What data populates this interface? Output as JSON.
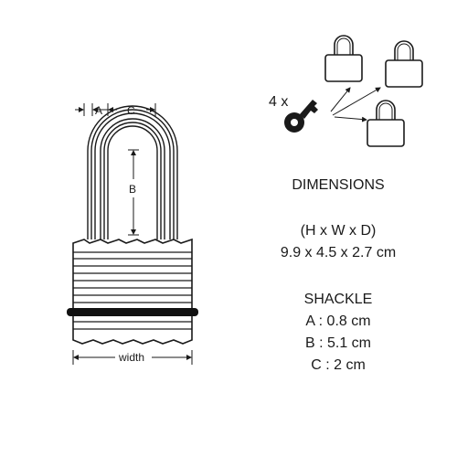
{
  "dimension_labels": {
    "a": "A",
    "b": "B",
    "c": "C",
    "width": "width"
  },
  "keys": {
    "count_text": "4 x"
  },
  "dimensions": {
    "title": "DIMENSIONS",
    "axes": "(H x W x D)",
    "value": "9.9 x 4.5 x 2.7 cm"
  },
  "shackle": {
    "title": "SHACKLE",
    "a": "A : 0.8 cm",
    "b": "B : 5.1 cm",
    "c": "C : 2 cm"
  },
  "colors": {
    "ink": "#1a1a1a",
    "band": "#111111",
    "background": "#ffffff"
  }
}
